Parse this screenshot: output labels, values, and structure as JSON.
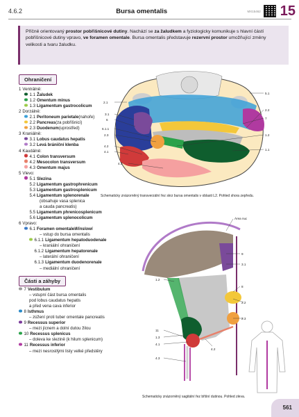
{
  "header": {
    "section": "4.6.2",
    "title": "Bursa omentalis",
    "code": "MX15462",
    "chapter": "15"
  },
  "intro": {
    "t1": "Příčně orientovaný ",
    "b1": "prostor pobřišnicové dutiny",
    "t2": ". Nachází se ",
    "b2": "za žaludkem",
    "t3": " a fyziologicky komunikuje s hlavní částí pobřišnicové dutiny vpravo, ",
    "b3": "ve foramen omentale",
    "t4": ". Bursa omentalis představuje ",
    "b4": "rezervní prostor",
    "t5": " umožňující změny velikosti a tvaru žaludku."
  },
  "ohraniceni": {
    "heading": "Ohraničení",
    "items": [
      {
        "num": "1",
        "text": "Ventrálně:"
      },
      {
        "num": "1.1",
        "text": "Žaludek",
        "color": "#0f5e2e"
      },
      {
        "num": "1.2",
        "text": "Omentum minus",
        "color": "#2aa24a"
      },
      {
        "num": "1.3",
        "text": "Ligamentum gastrocolicum",
        "color": "#9ccc4a"
      },
      {
        "num": "2",
        "text": "Dorzálně:"
      },
      {
        "num": "2.1",
        "text": "Peritoneum parietale",
        "note": " (nahoře)",
        "color": "#3aa0d8"
      },
      {
        "num": "2.2",
        "text": "Pancreas",
        "note": " (za pobřišnicí)",
        "color": "#f3c73a"
      },
      {
        "num": "2.3",
        "text": "Duodenum",
        "note": " (uprostřed)",
        "color": "#f0a040"
      },
      {
        "num": "3",
        "text": "Kraniálně:"
      },
      {
        "num": "3.1",
        "text": "Lobus caudatus hepatis",
        "color": "#7a4a9a"
      },
      {
        "num": "3.2",
        "text": "Levá brániční klenba",
        "color": "#b07ac8"
      },
      {
        "num": "4",
        "text": "Kaudálně:"
      },
      {
        "num": "4.1",
        "text": "Colon transversum",
        "color": "#d03a3a"
      },
      {
        "num": "4.2",
        "text": "Mesocolon transversum",
        "color": "#e8806a"
      },
      {
        "num": "4.3",
        "text": "Omentum majus",
        "color": "#f5a0a0"
      },
      {
        "num": "5",
        "text": "Vlevo:"
      },
      {
        "num": "5.1",
        "text": "Slezina",
        "color": "#b03aa0"
      },
      {
        "num": "5.2",
        "text": "Ligamentum gastrophrenicum"
      },
      {
        "num": "5.3",
        "text": "Ligamentum gastrosplenicum"
      },
      {
        "num": "5.4",
        "text": "Ligamentum splenorenale"
      },
      {
        "text": "(obsahuje vasa splenica"
      },
      {
        "text": "a cauda pancreatis)"
      },
      {
        "num": "5.5",
        "text": "Ligamentum phrenicosplenicum"
      },
      {
        "num": "5.6",
        "text": "Ligamentum splenocolicum"
      },
      {
        "num": "6",
        "text": "Vpravo:"
      },
      {
        "num": "6.1",
        "text": "Foramen omentale ",
        "em": "Winslowi",
        "color": "#3a7ac8"
      },
      {
        "text": "– vstup do bursa omentalis"
      },
      {
        "num": "6.1.1",
        "text": "Ligamentum hepatoduodenale",
        "color": "#9ccc4a"
      },
      {
        "text": "– kraniální ohraničení"
      },
      {
        "num": "6.1.2",
        "text": "Ligamentum hepatorenale"
      },
      {
        "text": "– laterální ohraničení"
      },
      {
        "num": "6.1.3",
        "text": "Ligamentum duodenorenale"
      },
      {
        "text": "– mediální ohraničení"
      }
    ]
  },
  "fig1": {
    "caption": "Schematicky znázorněný transverzální řez skrz bursa omentalis v oblasti L2. Pohled shora zepředu.",
    "labels": [
      "5.1",
      "2.1",
      "2.2",
      "7",
      "3.1",
      "6",
      "6.1.1",
      "2.3",
      "4.2",
      "4.1",
      "1.2",
      "1.1",
      "4.3"
    ]
  },
  "casti": {
    "heading": "Části a záhyby",
    "items": [
      {
        "num": "7",
        "text": "Vestibulum",
        "color": "#999999"
      },
      {
        "text": "– vstupní část bursa omentalis"
      },
      {
        "text": "pod lobus caudatus hepatis"
      },
      {
        "text": "a před vena cava inferior"
      },
      {
        "num": "8",
        "text": "Isthmus",
        "color": "#2a8ac8"
      },
      {
        "text": "– zúžení proti tuber omentale pancreatis"
      },
      {
        "num": "9",
        "text": "Recessus superior",
        "color": "#7a3a9a"
      },
      {
        "text": "– mezi jícnem a dolní dutou žilou"
      },
      {
        "num": "10",
        "text": "Recessus splenicus",
        "color": "#2aa24a"
      },
      {
        "text": "– doleva ke slezině (k hilum splenicum)"
      },
      {
        "num": "11",
        "text": "Recessus inferior",
        "color": "#b03aa0"
      },
      {
        "text": "– mezi nesrostlými listy velké předstěry"
      }
    ]
  },
  "fig2": {
    "caption": "Schematicky znázorněný sagitální řez břišní dutinou. Pohled zleva.",
    "labels": [
      "Área nuda",
      "9",
      "3.1",
      "1.2",
      "8",
      "2.2",
      "2.3",
      "11",
      "1.3",
      "4.1",
      "4.2",
      "4.3"
    ]
  },
  "page": "561",
  "colors": {
    "accent": "#7a2e6a",
    "box": "#ebe4ee"
  }
}
